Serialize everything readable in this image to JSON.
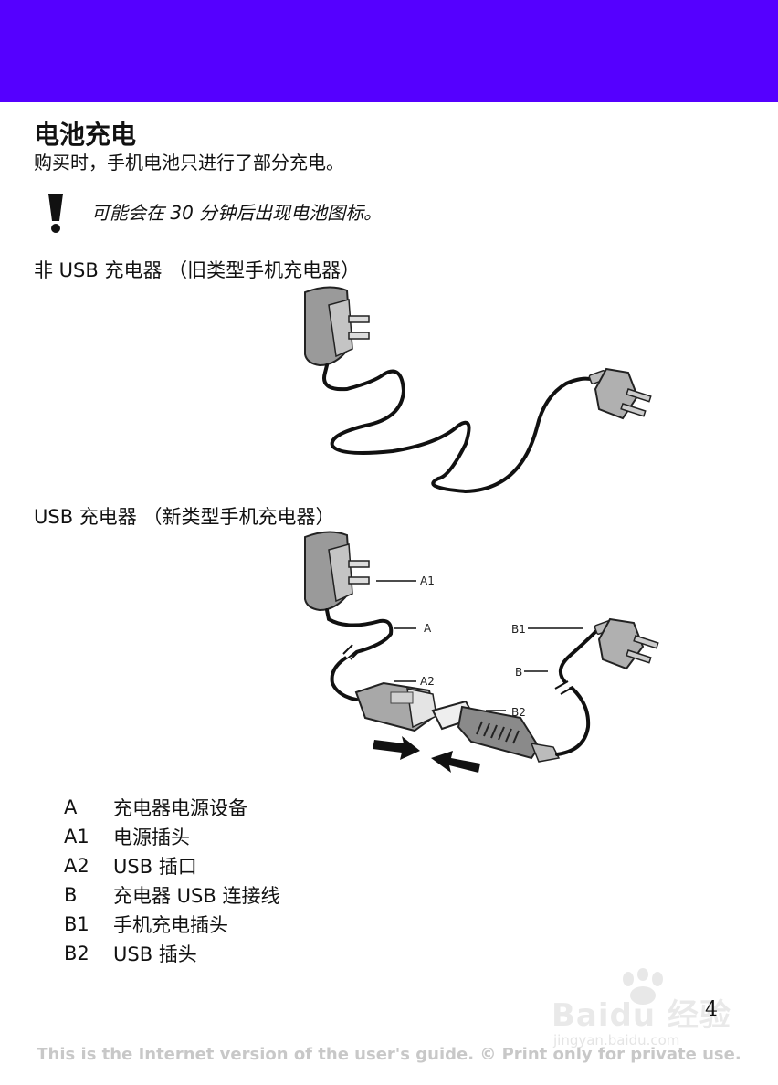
{
  "title": "电池充电",
  "intro": "购买时，手机电池只进行了部分充电。",
  "note": {
    "icon": "exclamation-icon",
    "text": "可能会在 30 分钟后出现电池图标。"
  },
  "sections": {
    "non_usb": "非 USB 充电器 （旧类型手机充电器）",
    "usb": "USB 充电器 （新类型手机充电器）"
  },
  "figure_labels": {
    "a1": "A1",
    "a": "A",
    "a2": "A2",
    "b1": "B1",
    "b": "B",
    "b2": "B2"
  },
  "legend": [
    {
      "key": "A",
      "desc": "充电器电源设备"
    },
    {
      "key": "A1",
      "desc": "电源插头"
    },
    {
      "key": "A2",
      "desc": "USB 插口"
    },
    {
      "key": "B",
      "desc": "充电器 USB 连接线"
    },
    {
      "key": "B1",
      "desc": "手机充电插头"
    },
    {
      "key": "B2",
      "desc": "USB 插头"
    }
  ],
  "page_number": "4",
  "footer": "This is the Internet version of the user's guide. © Print only for private use.",
  "watermark": {
    "brand": "Baidu 经验",
    "sub": "jingyan.baidu.com"
  },
  "colors": {
    "band": "#5500ff"
  }
}
